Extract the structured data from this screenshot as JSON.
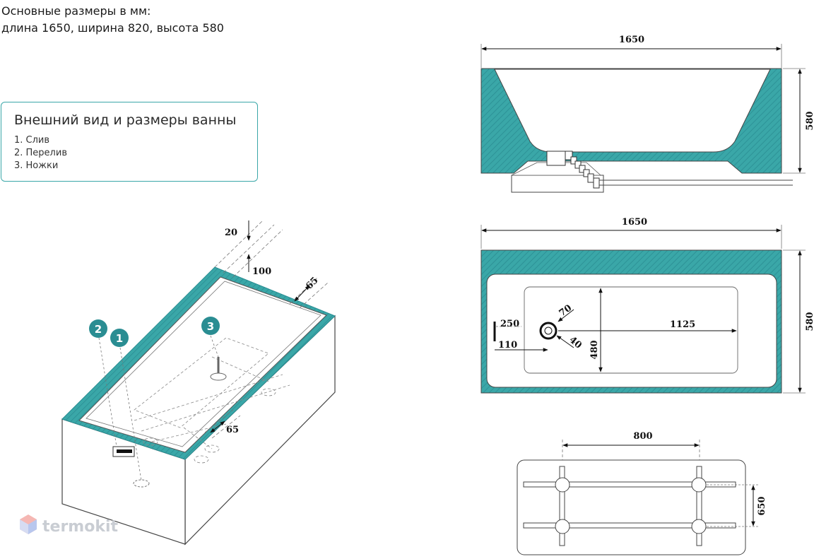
{
  "header": {
    "line1": "Основные размеры в мм:",
    "line2": "длина 1650, ширина 820, высота 580"
  },
  "legend": {
    "title": "Внешний вид и размеры ванны",
    "items": [
      "1. Слив",
      "2. Перелив",
      "3. Ножки"
    ]
  },
  "badges": [
    "2",
    "1",
    "3"
  ],
  "iso_dims": {
    "d20": "20",
    "d100": "100",
    "d65a": "65",
    "d65b": "65"
  },
  "side_view": {
    "length": "1650",
    "height": "580"
  },
  "top_view": {
    "length": "1650",
    "width": "580",
    "d250": "250",
    "d110": "110",
    "d70": "70",
    "d40": "40",
    "d1125": "1125",
    "d480": "480"
  },
  "legs_view": {
    "d800": "800",
    "d650": "650"
  },
  "logo": {
    "text": "termokit"
  },
  "colors": {
    "teal": "#3aa7a8",
    "teal_dark": "#2a8d92",
    "badge": "#2a8d92",
    "line": "#111111"
  }
}
